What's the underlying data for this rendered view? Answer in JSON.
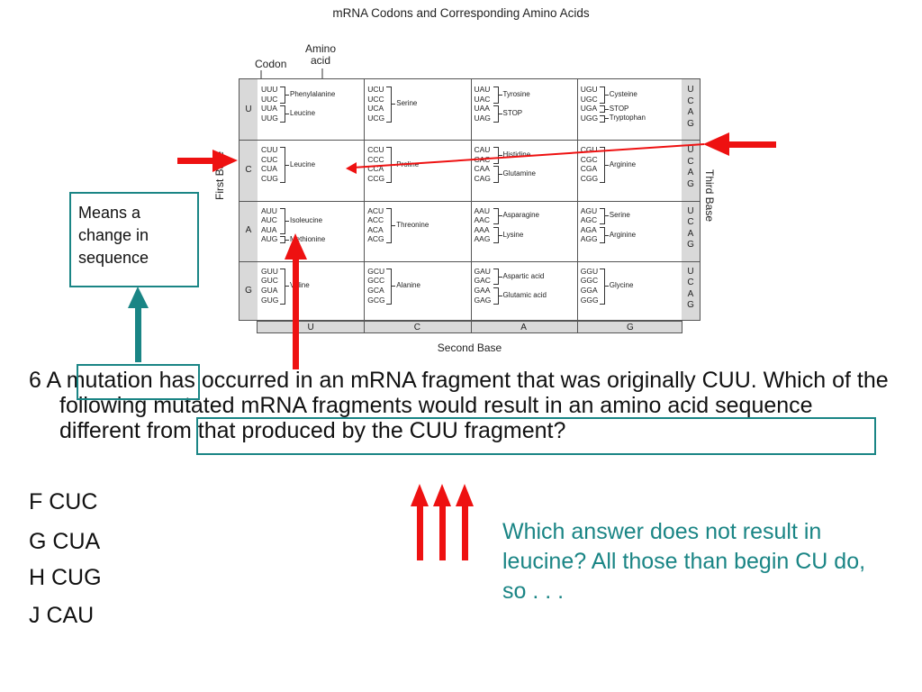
{
  "diagram": {
    "title": "mRNA Codons and Corresponding Amino Acids",
    "codon_label": "Codon",
    "amino_label": "Amino acid",
    "first_base_label": "First Base",
    "second_base_label": "Second Base",
    "third_base_label": "Third Base",
    "bases": [
      "U",
      "C",
      "A",
      "G"
    ],
    "rows": [
      {
        "first": "U",
        "cells": [
          {
            "codons": [
              "UUU",
              "UUC",
              "UUA",
              "UUG"
            ],
            "groups": [
              {
                "name": "Phenylalanine",
                "span": [
                  0,
                  1
                ]
              },
              {
                "name": "Leucine",
                "span": [
                  2,
                  3
                ]
              }
            ]
          },
          {
            "codons": [
              "UCU",
              "UCC",
              "UCA",
              "UCG"
            ],
            "groups": [
              {
                "name": "Serine",
                "span": [
                  0,
                  3
                ]
              }
            ]
          },
          {
            "codons": [
              "UAU",
              "UAC",
              "UAA",
              "UAG"
            ],
            "groups": [
              {
                "name": "Tyrosine",
                "span": [
                  0,
                  1
                ]
              },
              {
                "name": "STOP",
                "span": [
                  2,
                  3
                ]
              }
            ]
          },
          {
            "codons": [
              "UGU",
              "UGC",
              "UGA",
              "UGG"
            ],
            "groups": [
              {
                "name": "Cysteine",
                "span": [
                  0,
                  1
                ]
              },
              {
                "name": "STOP",
                "span": [
                  2,
                  2
                ]
              },
              {
                "name": "Tryptophan",
                "span": [
                  3,
                  3
                ]
              }
            ]
          }
        ]
      },
      {
        "first": "C",
        "cells": [
          {
            "codons": [
              "CUU",
              "CUC",
              "CUA",
              "CUG"
            ],
            "groups": [
              {
                "name": "Leucine",
                "span": [
                  0,
                  3
                ]
              }
            ]
          },
          {
            "codons": [
              "CCU",
              "CCC",
              "CCA",
              "CCG"
            ],
            "groups": [
              {
                "name": "Proline",
                "span": [
                  0,
                  3
                ]
              }
            ]
          },
          {
            "codons": [
              "CAU",
              "CAC",
              "CAA",
              "CAG"
            ],
            "groups": [
              {
                "name": "Histidine",
                "span": [
                  0,
                  1
                ]
              },
              {
                "name": "Glutamine",
                "span": [
                  2,
                  3
                ]
              }
            ]
          },
          {
            "codons": [
              "CGU",
              "CGC",
              "CGA",
              "CGG"
            ],
            "groups": [
              {
                "name": "Arginine",
                "span": [
                  0,
                  3
                ]
              }
            ]
          }
        ]
      },
      {
        "first": "A",
        "cells": [
          {
            "codons": [
              "AUU",
              "AUC",
              "AUA",
              "AUG"
            ],
            "groups": [
              {
                "name": "Isoleucine",
                "span": [
                  0,
                  2
                ]
              },
              {
                "name": "Methionine",
                "span": [
                  3,
                  3
                ]
              }
            ]
          },
          {
            "codons": [
              "ACU",
              "ACC",
              "ACA",
              "ACG"
            ],
            "groups": [
              {
                "name": "Threonine",
                "span": [
                  0,
                  3
                ]
              }
            ]
          },
          {
            "codons": [
              "AAU",
              "AAC",
              "AAA",
              "AAG"
            ],
            "groups": [
              {
                "name": "Asparagine",
                "span": [
                  0,
                  1
                ]
              },
              {
                "name": "Lysine",
                "span": [
                  2,
                  3
                ]
              }
            ]
          },
          {
            "codons": [
              "AGU",
              "AGC",
              "AGA",
              "AGG"
            ],
            "groups": [
              {
                "name": "Serine",
                "span": [
                  0,
                  1
                ]
              },
              {
                "name": "Arginine",
                "span": [
                  2,
                  3
                ]
              }
            ]
          }
        ]
      },
      {
        "first": "G",
        "cells": [
          {
            "codons": [
              "GUU",
              "GUC",
              "GUA",
              "GUG"
            ],
            "groups": [
              {
                "name": "Valine",
                "span": [
                  0,
                  3
                ]
              }
            ]
          },
          {
            "codons": [
              "GCU",
              "GCC",
              "GCA",
              "GCG"
            ],
            "groups": [
              {
                "name": "Alanine",
                "span": [
                  0,
                  3
                ]
              }
            ]
          },
          {
            "codons": [
              "GAU",
              "GAC",
              "GAA",
              "GAG"
            ],
            "groups": [
              {
                "name": "Aspartic acid",
                "span": [
                  0,
                  1
                ]
              },
              {
                "name": "Glutamic acid",
                "span": [
                  2,
                  3
                ]
              }
            ]
          },
          {
            "codons": [
              "GGU",
              "GGC",
              "GGA",
              "GGG"
            ],
            "groups": [
              {
                "name": "Glycine",
                "span": [
                  0,
                  3
                ]
              }
            ]
          }
        ]
      }
    ]
  },
  "callout": {
    "text_lines": [
      "Means a",
      "change in",
      "sequence"
    ]
  },
  "question": {
    "number": "6",
    "pre": "A",
    "highlight_word": "mutation",
    "part1": "has occurred in an mRNA fragment that was originally CUU. Which of the following mutated mRNA fragments",
    "highlight_phrase": "would result in an amino acid sequence different",
    "part2": "from that produced by the CUU fragment?",
    "answers": [
      "F CUC",
      "G CUA",
      "H CUG",
      "J CAU"
    ]
  },
  "note": {
    "text": "Which answer does not result in leucine?  All those than begin CU do, so . . ."
  },
  "colors": {
    "arrow_red": "#ee1111",
    "teal": "#1a8585",
    "table_border": "#555555",
    "table_label_fill": "#d9d9d9"
  }
}
